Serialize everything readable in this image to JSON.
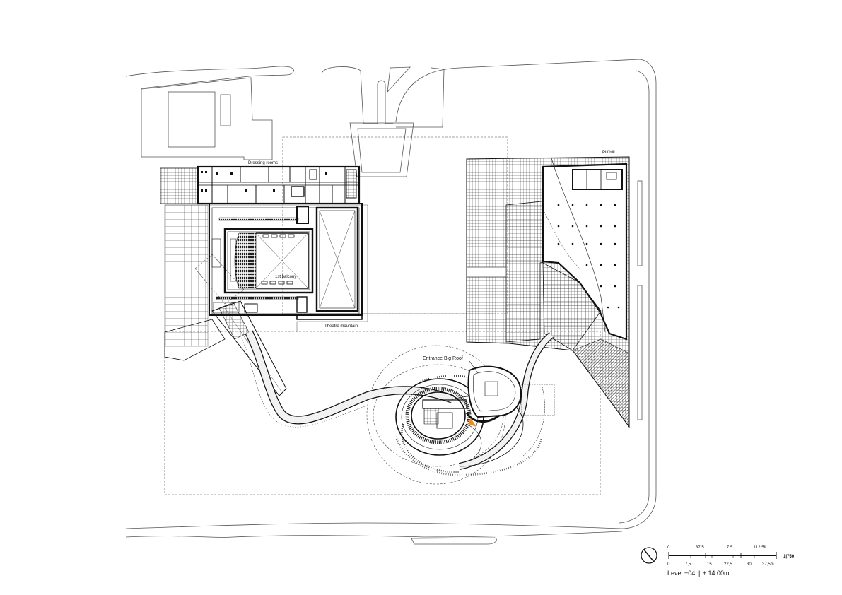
{
  "labels": {
    "dressing_rooms": "Dressing rooms",
    "piff_hill": "Piff hill",
    "first_balcony": "1st balcony",
    "theatre_mountain": "Theatre mountain",
    "entrance_big_roof": "Entrance Big Roof"
  },
  "scale": {
    "ratio": "1|750",
    "ft_ticks": [
      "0",
      "37,5",
      "7 5",
      "112,5ft"
    ],
    "m_ticks": [
      "0",
      "7,5",
      "15",
      "22,5",
      "30",
      "37,5m"
    ]
  },
  "level": {
    "name": "Level +04",
    "separator": "|",
    "elevation": "± 14.00m"
  },
  "colors": {
    "line": "#1a1a1a",
    "accent": "#f08a1c"
  },
  "icons": {
    "north": "compass-north-icon"
  }
}
